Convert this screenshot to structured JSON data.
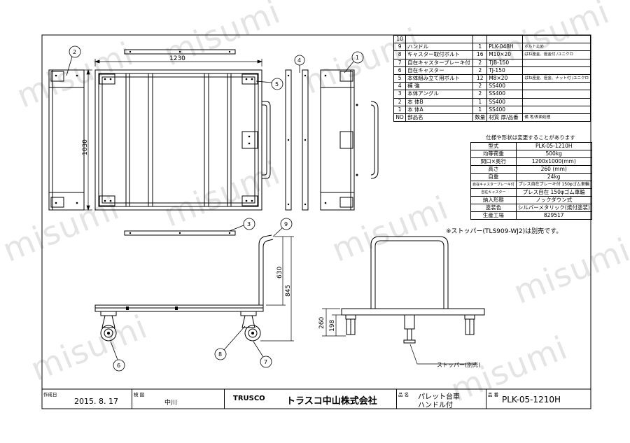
{
  "watermark": "misumi",
  "parts": {
    "rows": [
      {
        "no": "10",
        "name": "",
        "qty": "",
        "material": "",
        "remark": ""
      },
      {
        "no": "9",
        "name": "ハンドル",
        "qty": "1",
        "material": "PLK-048H",
        "remark": "ボルト止め"
      },
      {
        "no": "8",
        "name": "キャスター取付ボルト",
        "qty": "16",
        "material": "M10×20",
        "remark": "ばね座金、座金付 /ユニクロ"
      },
      {
        "no": "7",
        "name": "自在キャスターブレーキ付",
        "qty": "2",
        "material": "TJB-150",
        "remark": ""
      },
      {
        "no": "6",
        "name": "自在キャスター",
        "qty": "2",
        "material": "TJ-150",
        "remark": ""
      },
      {
        "no": "5",
        "name": "本体組み立て用ボルト",
        "qty": "12",
        "material": "M8×20",
        "remark": "ばね座金、座金、ナット付 /ユニクロ"
      },
      {
        "no": "4",
        "name": "補 強",
        "qty": "2",
        "material": "SS400",
        "remark": ""
      },
      {
        "no": "3",
        "name": "本体アングル",
        "qty": "2",
        "material": "SS400",
        "remark": ""
      },
      {
        "no": "2",
        "name": "本 体B",
        "qty": "1",
        "material": "SS400",
        "remark": ""
      },
      {
        "no": "1",
        "name": "本 体A",
        "qty": "1",
        "material": "SS400",
        "remark": ""
      }
    ],
    "header": {
      "no": "NO",
      "name": "部品名",
      "qty": "数量",
      "material": "材質 厚/品番",
      "remark": "備 考/表面処理"
    }
  },
  "spec": {
    "note": "仕様や形状は変更することがあります",
    "rows": [
      {
        "key": "型式",
        "value": "PLK-05-1210H"
      },
      {
        "key": "均等荷重",
        "value": "500kg"
      },
      {
        "key": "間口×奥行",
        "value": "1200x1000(mm)"
      },
      {
        "key": "高さ",
        "value": "260 (mm)"
      },
      {
        "key": "自重",
        "value": "24kg"
      },
      {
        "key": "自在キャスターブレーキ付",
        "value": "プレス自在ブレーキ付 150φゴム車輪"
      },
      {
        "key": "自在キャスター",
        "value": "プレス自在 150φゴム車輪"
      },
      {
        "key": "納入形態",
        "value": "ノックダウン式"
      },
      {
        "key": "塗装色",
        "value": "シルバーメタリック(焼付塗装)"
      },
      {
        "key": "生産工場",
        "value": "829517"
      }
    ]
  },
  "stopper_note": "※ストッパー(TLS909-WJ2)は別売です。",
  "stopper_label": "ストッパー(別売)",
  "dimensions": {
    "width": "1230",
    "depth": "1030",
    "handle_height": "630",
    "total_height": "845",
    "height": "260",
    "caster_height": "198"
  },
  "callouts": [
    "1",
    "2",
    "3",
    "4",
    "5",
    "6",
    "7",
    "8",
    "9"
  ],
  "title_block": {
    "created_label": "作成日",
    "created_value": "2015. 8. 17",
    "checked_label": "検 図",
    "checked_value": "中川",
    "brand": "TRUSCO",
    "company": "トラスコ中山株式会社",
    "name_label": "品 名",
    "name_line1": "パレット台車",
    "name_line2": "ハンドル付",
    "code_label": "品 番",
    "code_value": "PLK-05-1210H"
  }
}
